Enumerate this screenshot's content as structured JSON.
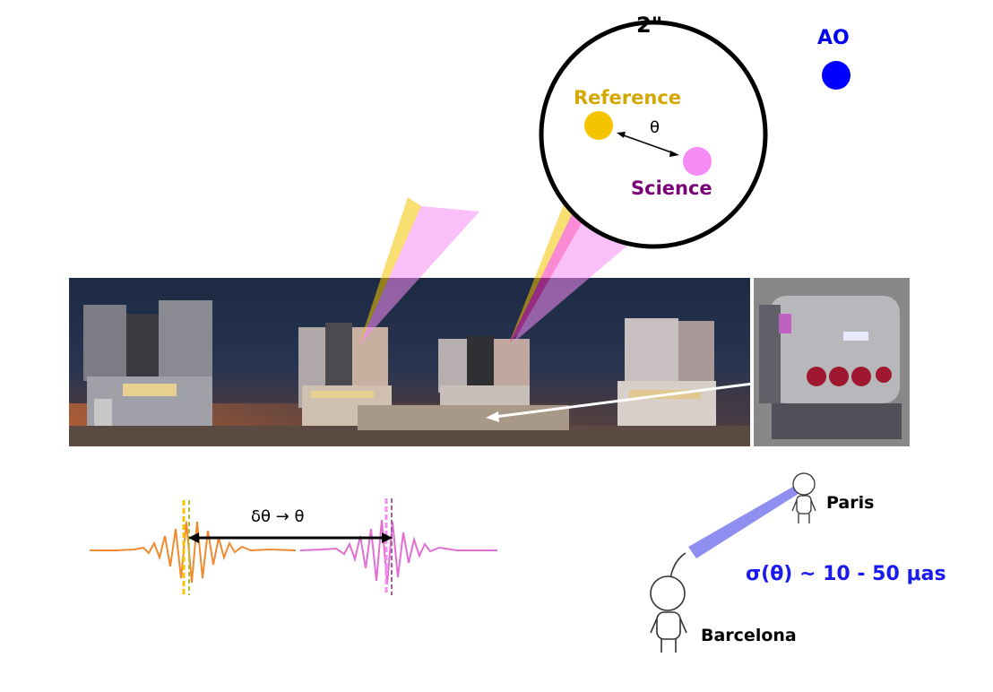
{
  "labels": {
    "ao": "AO",
    "fov": "2\"",
    "reference": "Reference",
    "science": "Science",
    "theta": "θ",
    "delta_theta": "δθ → θ",
    "paris": "Paris",
    "barcelona": "Barcelona",
    "precision": "σ(θ) ~ 10 - 50 μas"
  },
  "colors": {
    "reference": "#f5c400",
    "science": "#f58cf5",
    "ao": "#0000ff",
    "precision": "#1a1aee"
  },
  "images": {
    "panorama": "observatory-telescopes-at-dusk",
    "instrument": "interferometer-instrument"
  }
}
